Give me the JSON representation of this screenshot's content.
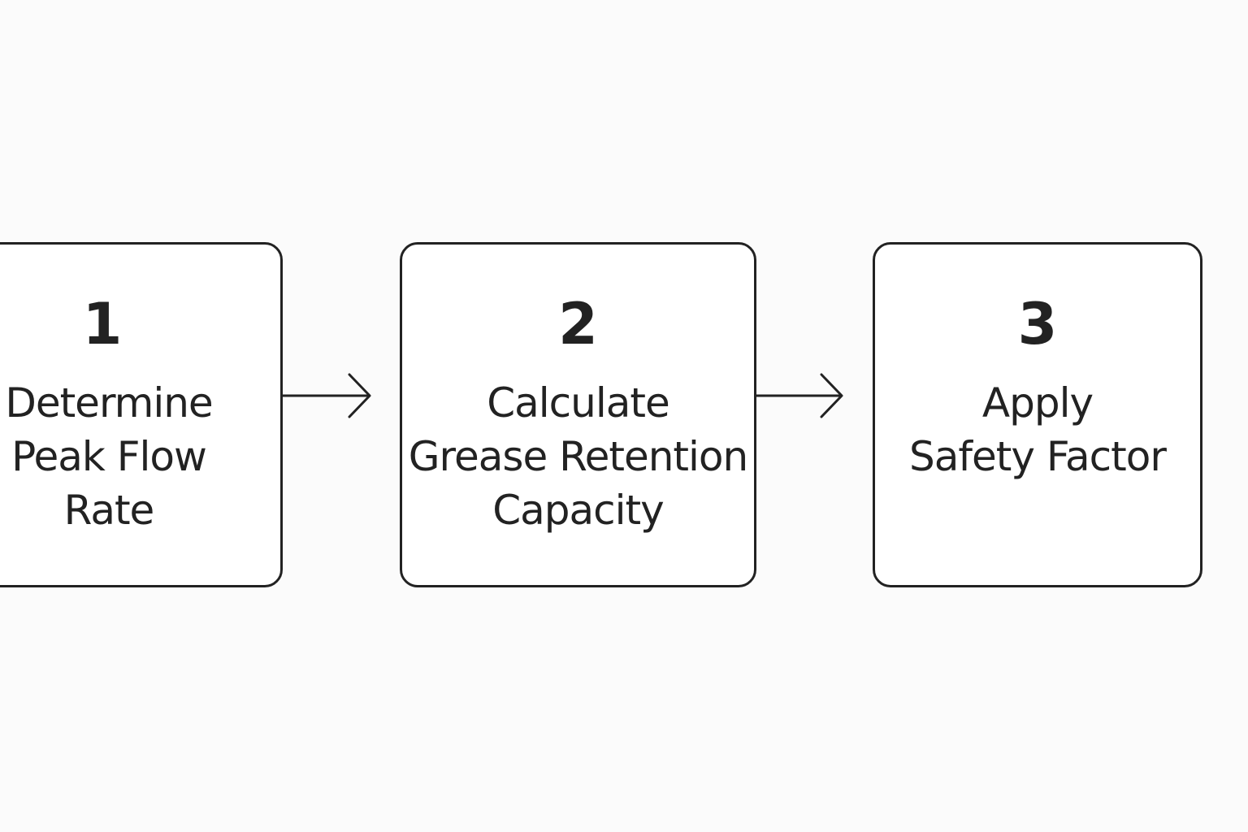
{
  "steps": [
    {
      "number": "1",
      "lines": [
        "Determine",
        "Peak Flow",
        "Rate"
      ]
    },
    {
      "number": "2",
      "lines": [
        "Calculate",
        "Grease Retention",
        "Capacity"
      ]
    },
    {
      "number": "3",
      "lines": [
        "Apply",
        "Safety Factor"
      ]
    }
  ],
  "colors": {
    "stroke": "#222222",
    "background": "#fbfbfb",
    "box_fill": "#ffffff"
  }
}
